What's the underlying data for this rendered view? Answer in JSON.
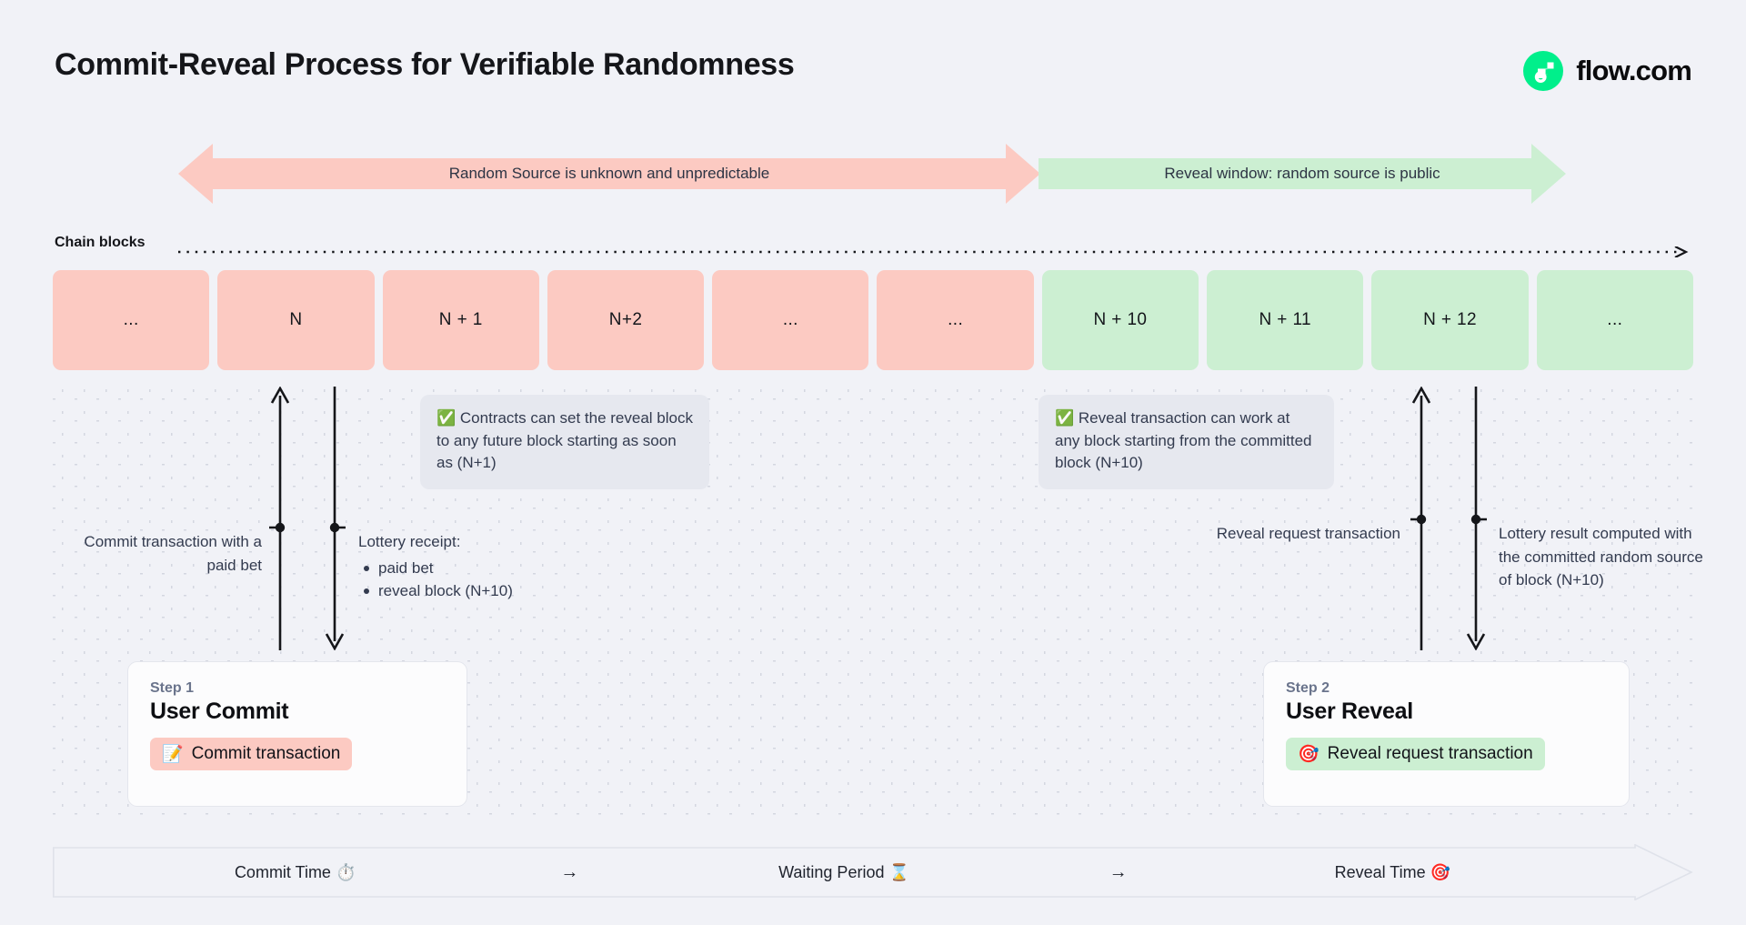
{
  "title": "Commit-Reveal Process for Verifiable Randomness",
  "brand": {
    "name": "flow.com",
    "logo_icon": "flow-logo-icon",
    "accent": "#00ef8b"
  },
  "colors": {
    "pink": "#fccac2",
    "green": "#ccefd2",
    "background": "#f1f2f7",
    "callout": "#e6e8ef"
  },
  "banners": [
    {
      "id": "unknown",
      "label": "Random Source is unknown and unpredictable",
      "color": "#fccac2",
      "arrows": "both"
    },
    {
      "id": "reveal",
      "label": "Reveal window: random source is public",
      "color": "#ccefd2",
      "arrows": "right"
    }
  ],
  "chain": {
    "label": "Chain blocks",
    "blocks": [
      {
        "label": "...",
        "state": "pink"
      },
      {
        "label": "N",
        "state": "pink"
      },
      {
        "label": "N + 1",
        "state": "pink"
      },
      {
        "label": "N+2",
        "state": "pink"
      },
      {
        "label": "...",
        "state": "pink"
      },
      {
        "label": "...",
        "state": "pink"
      },
      {
        "label": "N + 10",
        "state": "green"
      },
      {
        "label": "N + 11",
        "state": "green"
      },
      {
        "label": "N + 12",
        "state": "green"
      },
      {
        "label": "...",
        "state": "green"
      }
    ]
  },
  "callouts": {
    "contracts": {
      "icon": "white-check-mark-emoji",
      "emoji": "✅",
      "text": "Contracts can set the reveal block to any future block starting as soon as (N+1)"
    },
    "reveal": {
      "icon": "white-check-mark-emoji",
      "emoji": "✅",
      "text": "Reveal transaction can work at any block starting from the committed block (N+10)"
    }
  },
  "annotations": {
    "commit": {
      "text": "Commit transaction with a paid bet"
    },
    "receipt": {
      "heading": "Lottery receipt:",
      "items": [
        "paid bet",
        "reveal block (N+10)"
      ]
    },
    "request": {
      "text": "Reveal request transaction"
    },
    "result": {
      "text": "Lottery result computed with the committed random source of block (N+10)"
    }
  },
  "steps": [
    {
      "kicker": "Step 1",
      "title": "User Commit",
      "pill": {
        "emoji": "📝",
        "icon": "memo-emoji",
        "label": "Commit transaction",
        "color": "#fccac2"
      }
    },
    {
      "kicker": "Step 2",
      "title": "User Reveal",
      "pill": {
        "emoji": "🎯",
        "icon": "direct-hit-emoji",
        "label": "Reveal request transaction",
        "color": "#ccefd2"
      }
    }
  ],
  "timeline": {
    "phases": [
      {
        "label": "Commit Time",
        "emoji": "⏱️",
        "icon": "stopwatch-emoji"
      },
      {
        "label": "Waiting Period",
        "emoji": "⌛",
        "icon": "hourglass-emoji"
      },
      {
        "label": "Reveal Time",
        "emoji": "🎯",
        "icon": "direct-hit-emoji"
      }
    ],
    "separator": "→"
  }
}
